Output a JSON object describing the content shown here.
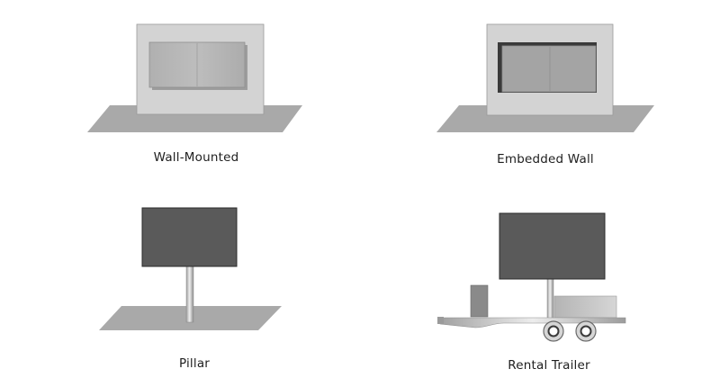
{
  "panels": [
    {
      "id": "wall-mounted",
      "label": "Wall-Mounted"
    },
    {
      "id": "embedded-wall",
      "label": "Embedded Wall"
    },
    {
      "id": "pillar",
      "label": "Pillar"
    },
    {
      "id": "rental-trailer",
      "label": "Rental Trailer"
    }
  ],
  "colors": {
    "ground": "#a8a8a8",
    "wall": "#d4d4d4",
    "screen_dark": "#5b5b5b",
    "screen_light": "#a6a6a6",
    "pole": "#c8c8c8",
    "trailer_frame": "#bdbdbd"
  }
}
